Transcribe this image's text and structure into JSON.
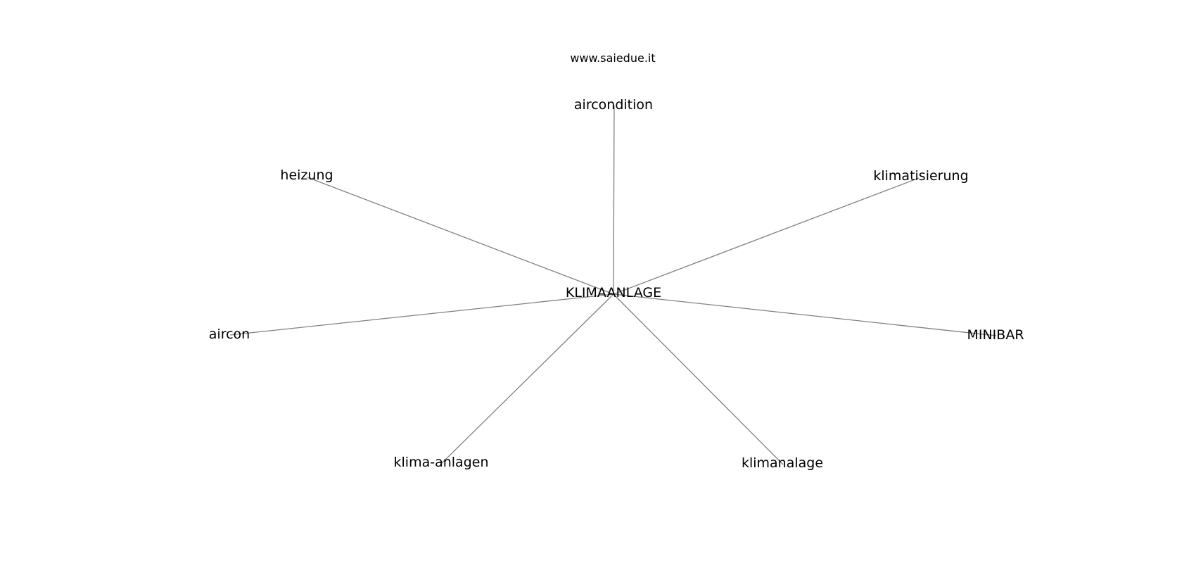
{
  "diagram": {
    "title": "www.saiedue.it",
    "center": "KLIMAANLAGE",
    "nodes": [
      "aircondition",
      "heizung",
      "klimatisierung",
      "aircon",
      "MINIBAR",
      "klima-anlagen",
      "klimanalage"
    ],
    "edge_color": "#808080",
    "text_color": "#000000"
  }
}
